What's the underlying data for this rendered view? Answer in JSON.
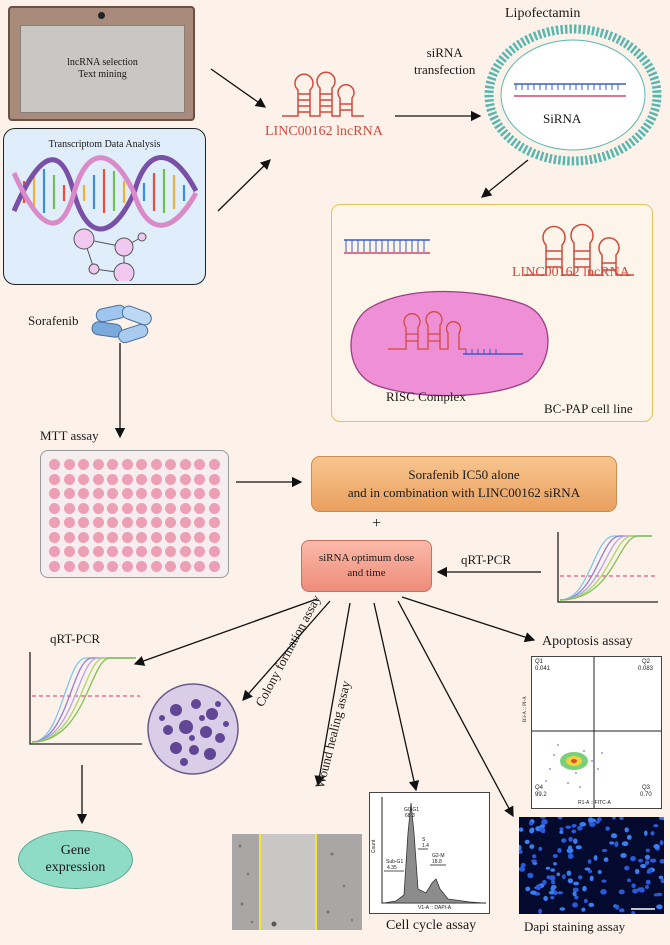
{
  "tablet": {
    "line1": "lncRNA selection",
    "line2": "Text mining"
  },
  "transcriptome": {
    "title": "Transcriptom Data Analysis"
  },
  "lncrna_top": {
    "label": "LINC00162 lncRNA"
  },
  "transfection": {
    "line1": "siRNA",
    "line2": "transfection"
  },
  "lipofectamin": {
    "label": "Lipofectamin"
  },
  "sirna": {
    "label": "SiRNA"
  },
  "bcpap": {
    "lncrna_label": "LINC00162 lncRNA",
    "risc_label": "RISC Complex",
    "cell_line_label": "BC-PAP cell line"
  },
  "sorafenib": {
    "label": "Sorafenib"
  },
  "mtt": {
    "label": "MTT assay"
  },
  "ic50": {
    "line1": "Sorafenib IC50 alone",
    "line2": "and  in combination with LINC00162 siRNA"
  },
  "plus": "+",
  "optimum": {
    "line1": "siRNA optimum dose",
    "line2": "and time"
  },
  "qrtpcr_right": {
    "label": "qRT-PCR"
  },
  "qrtpcr_left": {
    "label": "qRT-PCR"
  },
  "colony": {
    "label": "Colony formation assay"
  },
  "wound": {
    "label": "Wound healing assay"
  },
  "apoptosis": {
    "label": "Apoptosis assay",
    "q1": "Q1",
    "q1_val": "0.041",
    "q2": "Q2",
    "q2_val": "0.083",
    "q3": "Q3",
    "q3_val": "0.70",
    "q4": "Q4",
    "q4_val": "99.2",
    "xaxis": "R1-A :: FITC-A",
    "yaxis": "B3-A :: PI-A"
  },
  "cell_cycle": {
    "label": "Cell cycle assay",
    "g0g1": "G0-G1",
    "g0g1_val": "68.3",
    "s": "S",
    "s_val": "1.4",
    "g2m": "G2-M",
    "g2m_val": "18.8",
    "subg1": "Sub-G1",
    "subg1_val": "4.35",
    "xaxis": "V1-A :: DAPI-A",
    "yaxis": "Count"
  },
  "gene": {
    "line1": "Gene",
    "line2": "expression"
  },
  "dapi": {
    "label": "Dapi staining assay"
  },
  "colors": {
    "accent_red": "#d04a3c",
    "lipid": "#59b7b0",
    "risc": "#ef8fd6",
    "bg": "#fdf2ea"
  }
}
